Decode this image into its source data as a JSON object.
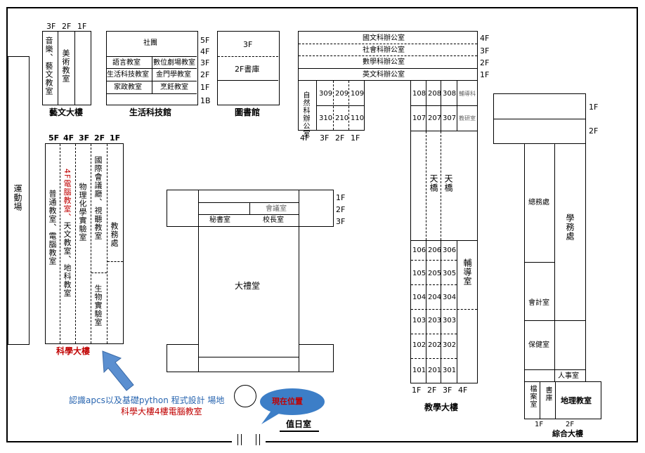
{
  "arts": {
    "floors": [
      "3F",
      "2F",
      "1F"
    ],
    "music": "音樂、藝文教室",
    "art": "美術教室",
    "name": "藝文大樓"
  },
  "life": {
    "club": "社團",
    "speech": "語言教室",
    "digital": "數位劇場教室",
    "tech": "生活科技教室",
    "metal": "金門學教室",
    "home": "家政教室",
    "cook": "烹飪教室",
    "floors": [
      "5F",
      "4F",
      "3F",
      "2F",
      "1F",
      "1B"
    ],
    "name": "生活科技館"
  },
  "library": {
    "top": "3F",
    "mid": "2F書庫",
    "name": "圖書館"
  },
  "teaching": {
    "offices": [
      "國文科辦公室",
      "社會科辦公室",
      "數學科辦公室",
      "英文科辦公室"
    ],
    "office_floors": [
      "4F",
      "3F",
      "2F",
      "1F"
    ],
    "nature": "自然科辦公室",
    "rooms_a": [
      [
        "309",
        "209",
        "109"
      ],
      [
        "310",
        "210",
        "110"
      ]
    ],
    "floors_a": [
      "4F",
      "3F",
      "2F",
      "1F"
    ],
    "right_top": [
      [
        "108",
        "208",
        "308",
        "輔導科"
      ],
      [
        "107",
        "207",
        "307",
        "教研室"
      ]
    ],
    "bridge1": "天橋",
    "bridge2": "天橋",
    "rows": [
      [
        "106",
        "206",
        "306"
      ],
      [
        "105",
        "205",
        "305"
      ],
      [
        "104",
        "204",
        "304"
      ],
      [
        "103",
        "203",
        "303"
      ],
      [
        "102",
        "202",
        "302"
      ],
      [
        "101",
        "201",
        "301"
      ]
    ],
    "counsel": "輔導室",
    "floors_b": [
      "1F",
      "2F",
      "3F",
      "4F"
    ],
    "name": "教學大樓"
  },
  "science": {
    "floors": [
      "5F",
      "4F",
      "3F",
      "2F",
      "1F"
    ],
    "general": "普通教室、電腦教室",
    "computer_red": "4F電腦教室、",
    "computer_rest": "天文教室、地科教室",
    "physchem": "物理化學實驗室",
    "intl": "國際會議廳、視聽教室",
    "bio": "生物實驗室",
    "academic": "教務處",
    "name": "科學大樓"
  },
  "auditorium": {
    "meeting": "會議室",
    "secretary": "秘書室",
    "principal": "校長室",
    "floors": [
      "1F",
      "2F",
      "3F"
    ],
    "name": "大禮堂"
  },
  "composite": {
    "floors_r": [
      "1F",
      "2F"
    ],
    "general": "總務處",
    "student": "學務處",
    "accounting": "會計室",
    "health": "保健室",
    "personnel": "人事室",
    "archive": "檔案室",
    "storage": "書庫",
    "geo": "地理教室",
    "floors_b": [
      "1F",
      "2F"
    ],
    "name": "綜合大樓"
  },
  "field": "運動場",
  "note_blue": "認識apcs以及基礎python 程式設計 場地",
  "note_red": "科學大樓4樓電腦教室",
  "here": "現在位置",
  "duty": "值日室",
  "colors": {
    "arrow": "#5b8fd0",
    "bubble": "#3c7ec7",
    "red": "#c00000"
  }
}
